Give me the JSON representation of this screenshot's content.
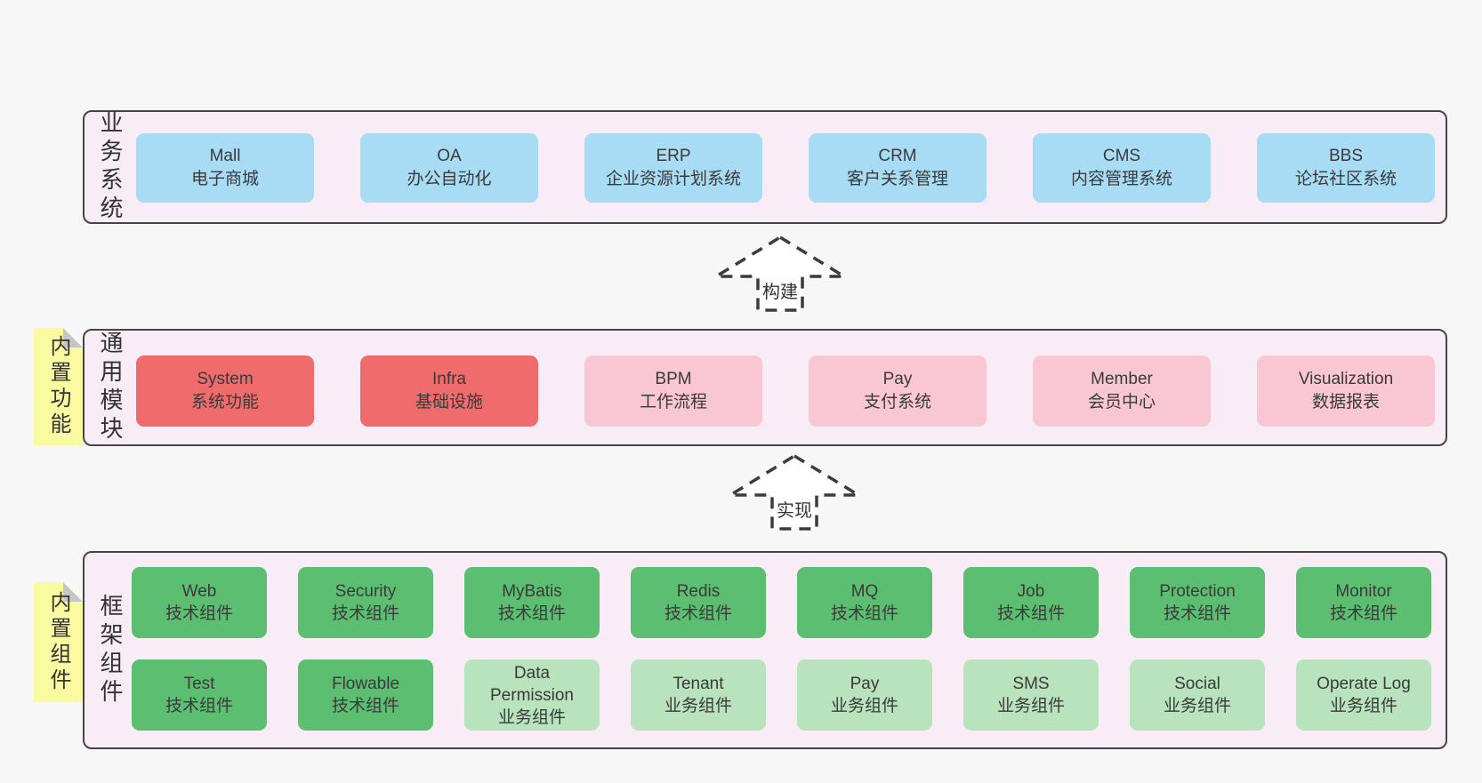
{
  "colors": {
    "page_bg": "#f7f7f7",
    "panel_bg": "#f8edf6",
    "panel_border": "#454545",
    "business_box": "#a7dcf4",
    "core_module_box": "#f06c6c",
    "extension_module_box": "#f9c7d3",
    "tech_component_box": "#5cbe71",
    "biz_component_box": "#b8e3bc",
    "sticky_note": "#fafaa0",
    "text": "#333333"
  },
  "layers": [
    {
      "label": "业务系统",
      "boxes": [
        {
          "title": "Mall",
          "subtitle": "电子商城",
          "variant": "blue"
        },
        {
          "title": "OA",
          "subtitle": "办公自动化",
          "variant": "blue"
        },
        {
          "title": "ERP",
          "subtitle": "企业资源计划系统",
          "variant": "blue"
        },
        {
          "title": "CRM",
          "subtitle": "客户关系管理",
          "variant": "blue"
        },
        {
          "title": "CMS",
          "subtitle": "内容管理系统",
          "variant": "blue"
        },
        {
          "title": "BBS",
          "subtitle": "论坛社区系统",
          "variant": "blue"
        }
      ]
    },
    {
      "label": "通用模块",
      "sticky": "内置功能",
      "boxes": [
        {
          "title": "System",
          "subtitle": "系统功能",
          "variant": "red"
        },
        {
          "title": "Infra",
          "subtitle": "基础设施",
          "variant": "red"
        },
        {
          "title": "BPM",
          "subtitle": "工作流程",
          "variant": "pink"
        },
        {
          "title": "Pay",
          "subtitle": "支付系统",
          "variant": "pink"
        },
        {
          "title": "Member",
          "subtitle": "会员中心",
          "variant": "pink"
        },
        {
          "title": "Visualization",
          "subtitle": "数据报表",
          "variant": "pink"
        }
      ]
    },
    {
      "label": "框架组件",
      "sticky": "内置组件",
      "rows": [
        [
          {
            "title": "Web",
            "subtitle": "技术组件",
            "variant": "tech"
          },
          {
            "title": "Security",
            "subtitle": "技术组件",
            "variant": "tech"
          },
          {
            "title": "MyBatis",
            "subtitle": "技术组件",
            "variant": "tech"
          },
          {
            "title": "Redis",
            "subtitle": "技术组件",
            "variant": "tech"
          },
          {
            "title": "MQ",
            "subtitle": "技术组件",
            "variant": "tech"
          },
          {
            "title": "Job",
            "subtitle": "技术组件",
            "variant": "tech"
          },
          {
            "title": "Protection",
            "subtitle": "技术组件",
            "variant": "tech"
          },
          {
            "title": "Monitor",
            "subtitle": "技术组件",
            "variant": "tech"
          }
        ],
        [
          {
            "title": "Test",
            "subtitle": "技术组件",
            "variant": "tech"
          },
          {
            "title": "Flowable",
            "subtitle": "技术组件",
            "variant": "tech"
          },
          {
            "title": "Data Permission",
            "subtitle": "业务组件",
            "variant": "biz"
          },
          {
            "title": "Tenant",
            "subtitle": "业务组件",
            "variant": "biz"
          },
          {
            "title": "Pay",
            "subtitle": "业务组件",
            "variant": "biz"
          },
          {
            "title": "SMS",
            "subtitle": "业务组件",
            "variant": "biz"
          },
          {
            "title": "Social",
            "subtitle": "业务组件",
            "variant": "biz"
          },
          {
            "title": "Operate Log",
            "subtitle": "业务组件",
            "variant": "biz"
          }
        ]
      ]
    }
  ],
  "arrows": [
    {
      "label": "构建"
    },
    {
      "label": "实现"
    }
  ]
}
